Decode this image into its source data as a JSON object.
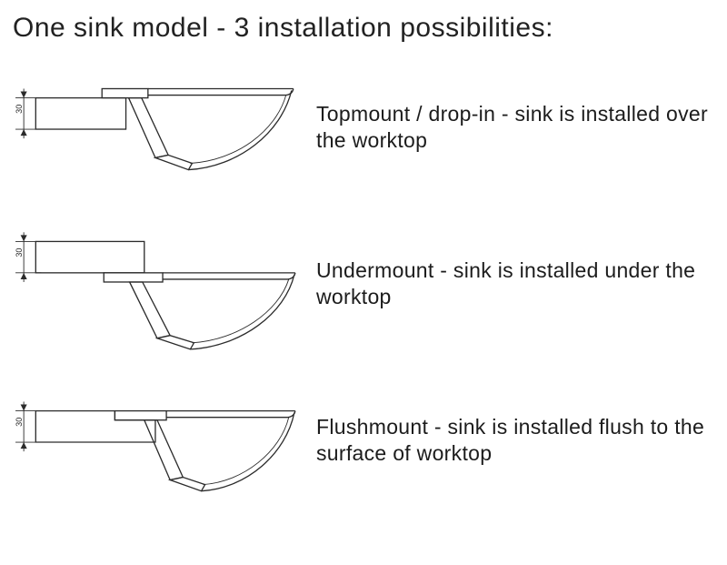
{
  "title": "One sink model - 3 installation possibilities:",
  "rows": [
    {
      "id": "topmount",
      "dimension": "30",
      "label": "Topmount / drop-in - sink is installed over the worktop"
    },
    {
      "id": "undermount",
      "dimension": "30",
      "label": "Undermount - sink is installed under the worktop"
    },
    {
      "id": "flushmount",
      "dimension": "30",
      "label": "Flushmount - sink is installed flush to the surface of worktop"
    }
  ]
}
